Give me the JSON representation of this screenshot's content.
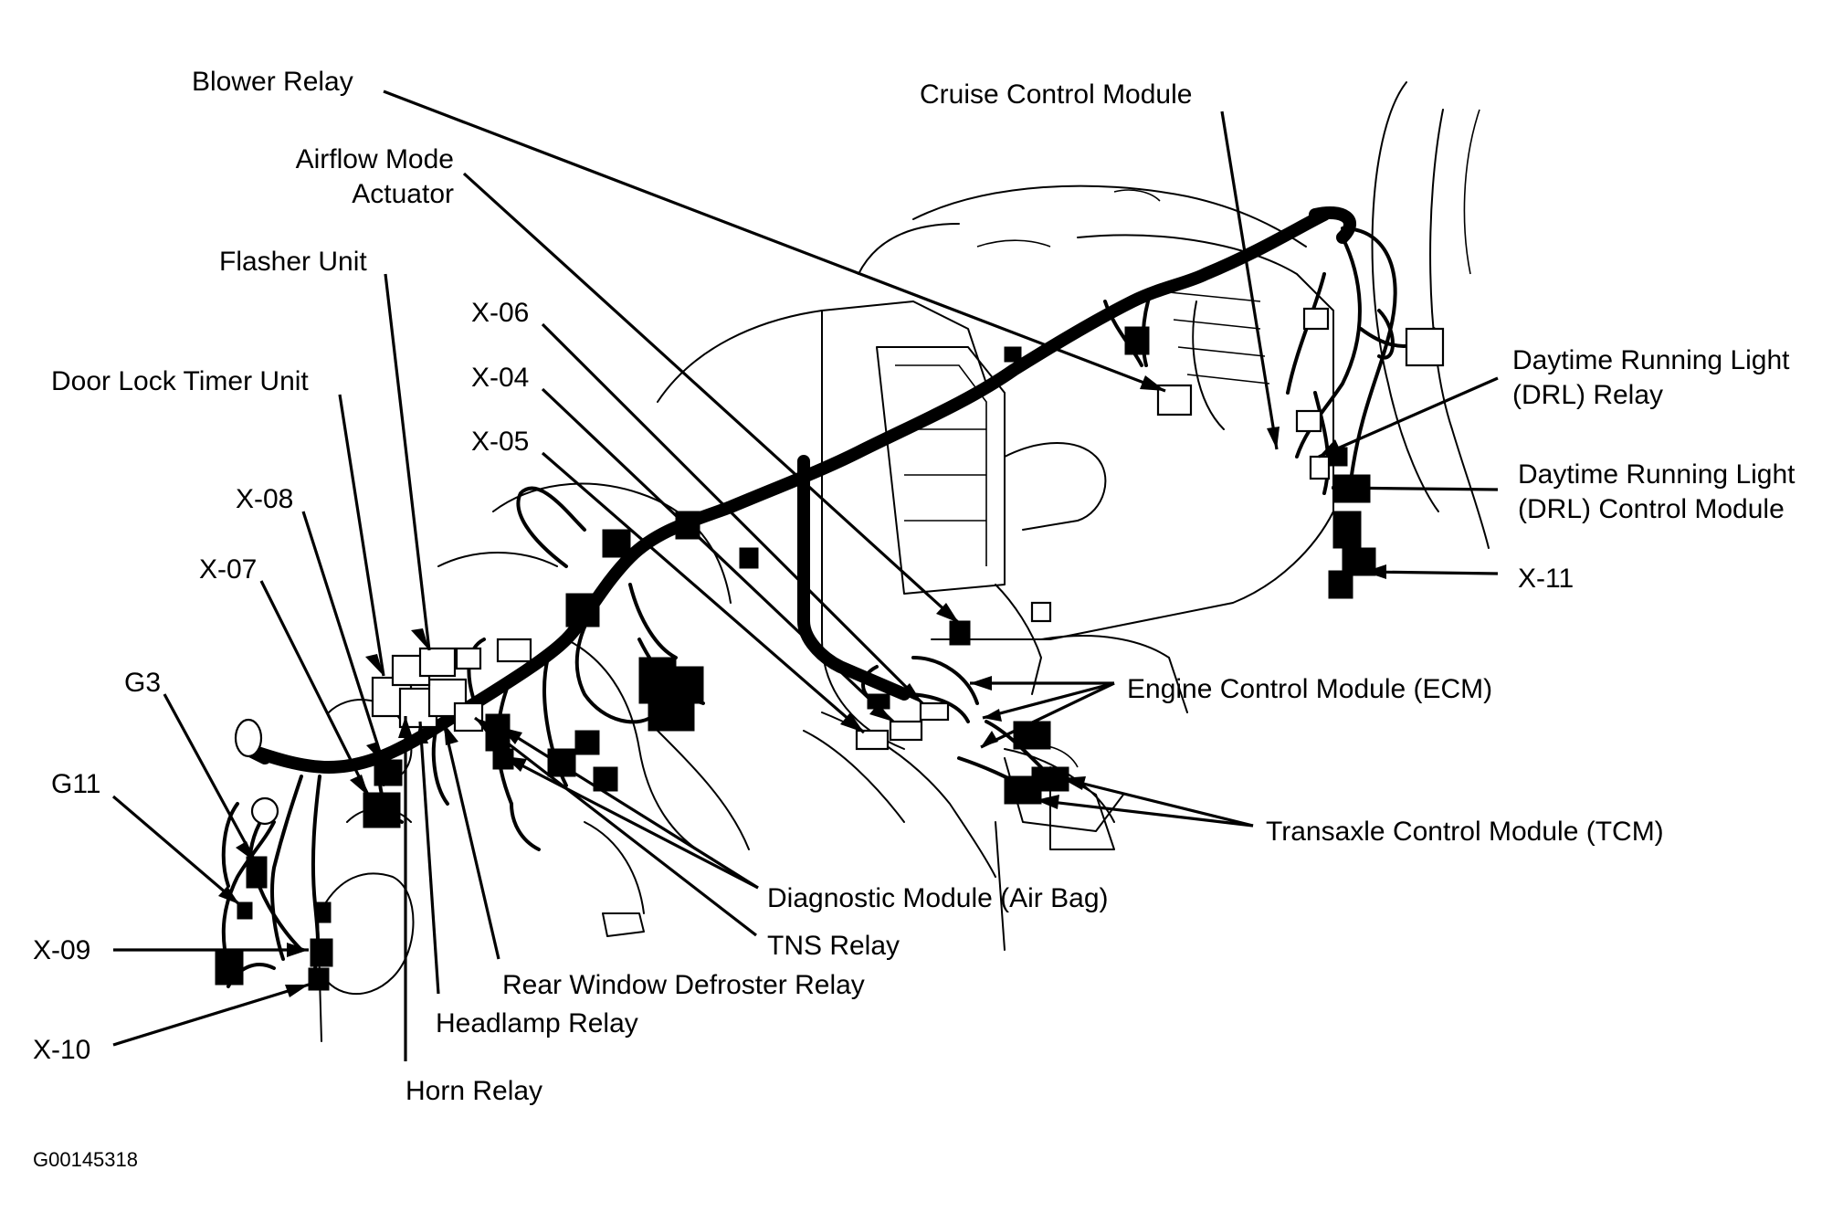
{
  "figure_id": "G00145318",
  "labels": {
    "blower_relay": "Blower Relay",
    "airflow_mode_actuator_1": "Airflow Mode",
    "airflow_mode_actuator_2": "Actuator",
    "flasher_unit": "Flasher Unit",
    "door_lock_timer_unit": "Door Lock Timer Unit",
    "x06": "X-06",
    "x04": "X-04",
    "x05": "X-05",
    "x08": "X-08",
    "x07": "X-07",
    "g3": "G3",
    "g11": "G11",
    "x09": "X-09",
    "x10": "X-10",
    "cruise_control_module": "Cruise Control Module",
    "drl_relay_1": "Daytime Running Light",
    "drl_relay_2": "(DRL) Relay",
    "drl_module_1": "Daytime Running Light",
    "drl_module_2": "(DRL) Control Module",
    "x11": "X-11",
    "ecm": "Engine Control Module (ECM)",
    "tcm": "Transaxle Control Module (TCM)",
    "diagnostic_module": "Diagnostic Module (Air Bag)",
    "tns_relay": "TNS Relay",
    "rear_window_defroster_relay": "Rear Window Defroster Relay",
    "headlamp_relay": "Headlamp Relay",
    "horn_relay": "Horn Relay"
  }
}
